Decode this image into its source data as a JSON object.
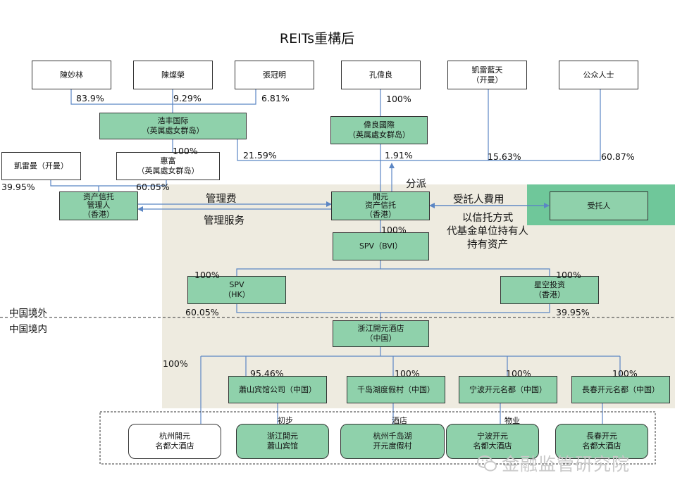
{
  "title": "REITs重構后",
  "holders": {
    "chen_miaolin": "陳妙林",
    "chen_canrong": "陳燦榮",
    "zhang_guanming": "張冠明",
    "kong_weiliang": "孔偉良",
    "kailei_lantian": "凱雷藍天\n（开曼）",
    "public": "公众人士",
    "kaileiman": "凱雷曼（开曼）"
  },
  "entities": {
    "haofeng": "浩丰国际\n（英属處女群岛）",
    "weiliang_intl": "偉良國際\n（英属處女群岛）",
    "huifu": "惠富\n（英属處女群岛）",
    "reit_manager": "资产信托\n管理人\n（香港）",
    "kaiyuan_reit": "開元\n资产信托\n（香港）",
    "trustee": "受托人",
    "spv_bvi": "SPV（BVI）",
    "spv_hk": "SPV\n（HK）",
    "xingkong": "星空投资\n（香港）",
    "zhejiang_kaiyuan": "浙江開元酒店\n（中国）",
    "xiaoshan_company": "蕭山宾馆公司（中国）",
    "qiandaohu_resort": "千岛湖度假村（中国）",
    "ningbo_kaiyuan": "宁波开元名都（中国）",
    "changchun_kaiyuan": "長春开元名都（中国）"
  },
  "hotels": {
    "hangzhou": "杭州開元\n名都大酒店",
    "xiaoshan": "浙江開元\n蕭山宾馆",
    "qiandaohu": "杭州千岛湖\n开元度假村",
    "ningbo": "宁波开元\n名都大酒店",
    "changchun": "長春开元\n名都大酒店"
  },
  "percentages": {
    "p_83_9": "83.9%",
    "p_9_29": "9.29%",
    "p_6_81": "6.81%",
    "p_100_kong": "100%",
    "p_100_huifu": "100%",
    "p_21_59": "21.59%",
    "p_1_91": "1.91%",
    "p_15_63": "15.63%",
    "p_60_87": "60.87%",
    "p_39_95_top": "39.95%",
    "p_60_05_top": "60.05%",
    "p_100_bvi": "100%",
    "p_100_spvhk": "100%",
    "p_100_xingkong": "100%",
    "p_60_05_bottom": "60.05%",
    "p_39_95_bottom": "39.95%",
    "p_100_hangzhou": "100%",
    "p_95_46": "95.46%",
    "p_100_qiandao": "100%",
    "p_100_ningbo": "100%",
    "p_100_changchun": "100%"
  },
  "flow_labels": {
    "mgmt_fee": "管理费",
    "mgmt_service": "管理服务",
    "distribution": "分派",
    "trustee_fee": "受託人費用",
    "trust_note": "以信托方式\n代基金单位持有人\n持有资产"
  },
  "regions": {
    "offshore": "中国境外",
    "onshore": "中国境内"
  },
  "hotel_note": {
    "a": "初步",
    "b": "酒店",
    "c": "物业"
  },
  "watermark": "金融监管研究院",
  "colors": {
    "green_box": "#8fd1ab",
    "beige_bg": "#eeebe0",
    "trustee_bg": "#6fc79a",
    "line": "#5b86c4"
  }
}
